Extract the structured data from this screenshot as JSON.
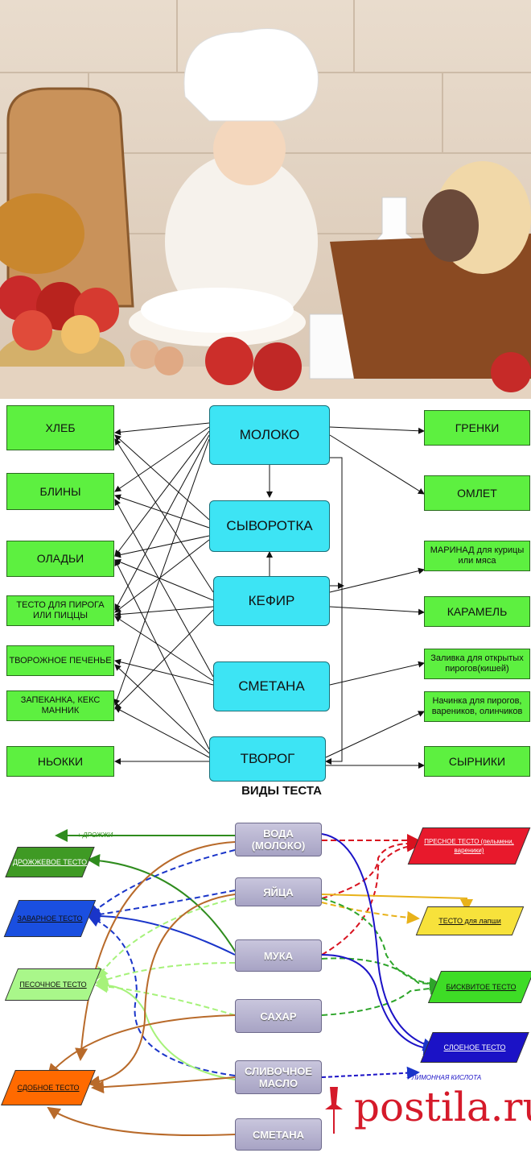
{
  "photo": {
    "description_icon": "baker-photo"
  },
  "diagram1": {
    "sources": [
      "МОЛОКО",
      "СЫВОРОТКА",
      "КЕФИР",
      "СМЕТАНА",
      "ТВОРОГ"
    ],
    "left_products": [
      "ХЛЕБ",
      "БЛИНЫ",
      "ОЛАДЬИ",
      "ТЕСТО ДЛЯ ПИРОГА ИЛИ ПИЦЦЫ",
      "ТВОРОЖНОЕ ПЕЧЕНЬЕ",
      "ЗАПЕКАНКА, КЕКС МАННИК",
      "НЬОККИ"
    ],
    "right_products": [
      "ГРЕНКИ",
      "ОМЛЕТ",
      "МАРИНАД  для курицы или мяса",
      "КАРАМЕЛЬ",
      "Заливка для открытых пирогов(кишей)",
      "Начинка для пирогов, вареников, олинчиков",
      "СЫРНИКИ"
    ]
  },
  "diagram2": {
    "title": "ВИДЫ ТЕСТА",
    "ingredients": [
      "ВОДА (МОЛОКО)",
      "ЯЙЦА",
      "МУКА",
      "САХАР",
      "СЛИВОЧНОЕ МАСЛО",
      "СМЕТАНА"
    ],
    "dough_types": {
      "yeast": "ДРОЖЖЕВОЕ ТЕСТО",
      "choux": "ЗАВАРНОЕ ТЕСТО",
      "shortcrust": "ПЕСОЧНОЕ ТЕСТО",
      "rich": "СДОБНОЕ ТЕСТО",
      "unleavened": "ПРЕСНОЕ ТЕСТО (пельмени, вареники)",
      "noodle": "ТЕСТО для лапши",
      "sponge": "БИСКВИТОЕ ТЕСТО",
      "puff": "СЛОЕНОЕ ТЕСТО"
    },
    "notes": {
      "yeast_add": "+ ДРОЖЖИ",
      "lemon_add": "+ ЛИМОННАЯ КИСЛОТА"
    }
  },
  "watermark": "postila.ru",
  "colors": {
    "green": "#5df040",
    "cyan": "#3de4f4",
    "red": "#e8192c",
    "yellow": "#f7e23b",
    "blue": "#1a4fe0",
    "darkblue": "#1b12c6",
    "orange": "#ff6a00",
    "lightgreen": "#a9f78a"
  }
}
